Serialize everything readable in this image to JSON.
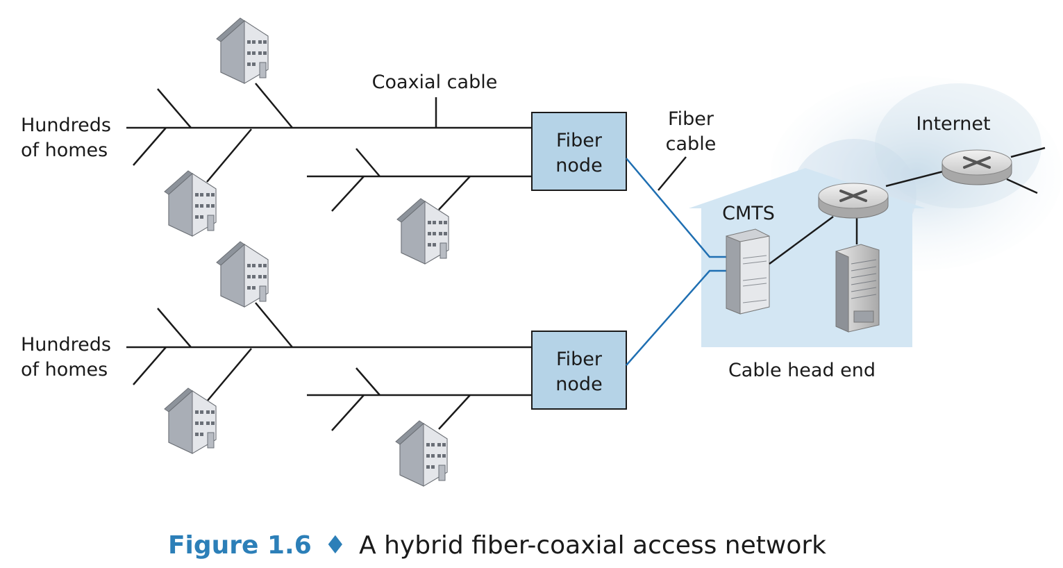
{
  "labels": {
    "hundreds_top": [
      "Hundreds",
      "of homes"
    ],
    "hundreds_bottom": [
      "Hundreds",
      "of homes"
    ],
    "coaxial_cable": "Coaxial cable",
    "fiber_node_top": [
      "Fiber",
      "node"
    ],
    "fiber_node_bottom": [
      "Fiber",
      "node"
    ],
    "fiber_cable": [
      "Fiber",
      "cable"
    ],
    "cmts": "CMTS",
    "internet": "Internet",
    "cable_head_end": "Cable head end"
  },
  "caption": {
    "number": "Figure 1.6",
    "separator": "♦",
    "text": "A hybrid fiber-coaxial access network"
  },
  "colors": {
    "fiber_line": "#1f6fb2",
    "fiber_node_fill": "#b5d3e7",
    "headend_fill": "#d3e6f3",
    "caption_accent": "#2c7fb8"
  }
}
